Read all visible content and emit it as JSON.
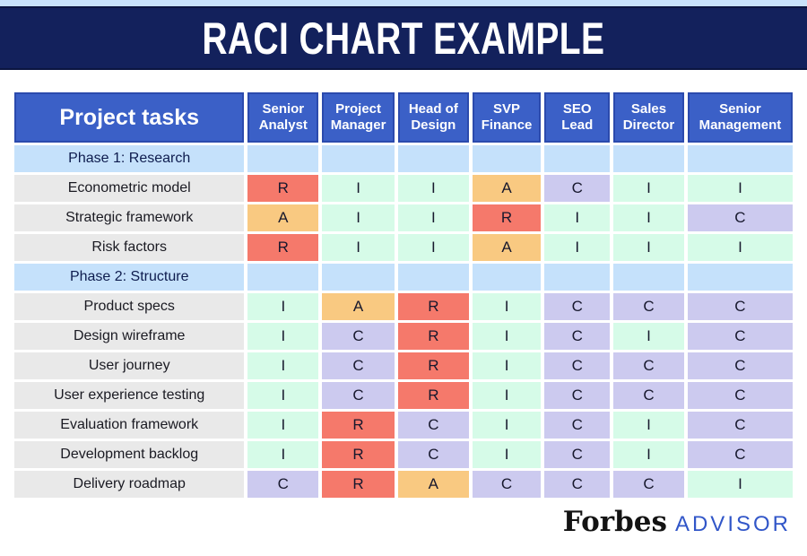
{
  "banner": {
    "title": "RACI CHART EXAMPLE"
  },
  "colors": {
    "top_strip": "#C9E2FB",
    "banner_bg": "#13215C",
    "header_bg": "#3B60C7",
    "header_border": "#2B4AAD",
    "phase_row": "#C5E1FB",
    "task_label": "#E9E9E9",
    "R": "#F5796B",
    "A": "#F9C981",
    "C": "#CCCAEF",
    "I": "#D6FBE8",
    "advisor_blue": "#3156C8"
  },
  "chart_data": {
    "type": "table",
    "title": "RACI CHART EXAMPLE",
    "corner_header": "Project tasks",
    "columns": [
      "Senior Analyst",
      "Project Manager",
      "Head of Design",
      "SVP Finance",
      "SEO Lead",
      "Sales Director",
      "Senior Management"
    ],
    "rows": [
      {
        "task": "Phase 1: Research",
        "phase": true,
        "values": []
      },
      {
        "task": "Econometric model",
        "phase": false,
        "values": [
          "R",
          "I",
          "I",
          "A",
          "C",
          "I",
          "I"
        ]
      },
      {
        "task": "Strategic framework",
        "phase": false,
        "values": [
          "A",
          "I",
          "I",
          "R",
          "I",
          "I",
          "C"
        ]
      },
      {
        "task": "Risk factors",
        "phase": false,
        "values": [
          "R",
          "I",
          "I",
          "A",
          "I",
          "I",
          "I"
        ]
      },
      {
        "task": "Phase 2: Structure",
        "phase": true,
        "values": []
      },
      {
        "task": "Product specs",
        "phase": false,
        "values": [
          "I",
          "A",
          "R",
          "I",
          "C",
          "C",
          "C"
        ]
      },
      {
        "task": "Design wireframe",
        "phase": false,
        "values": [
          "I",
          "C",
          "R",
          "I",
          "C",
          "I",
          "C"
        ]
      },
      {
        "task": "User journey",
        "phase": false,
        "values": [
          "I",
          "C",
          "R",
          "I",
          "C",
          "C",
          "C"
        ]
      },
      {
        "task": "User experience testing",
        "phase": false,
        "values": [
          "I",
          "C",
          "R",
          "I",
          "C",
          "C",
          "C"
        ]
      },
      {
        "task": "Evaluation framework",
        "phase": false,
        "values": [
          "I",
          "R",
          "C",
          "I",
          "C",
          "I",
          "C"
        ]
      },
      {
        "task": "Development backlog",
        "phase": false,
        "values": [
          "I",
          "R",
          "C",
          "I",
          "C",
          "I",
          "C"
        ]
      },
      {
        "task": "Delivery roadmap",
        "phase": false,
        "values": [
          "C",
          "R",
          "A",
          "C",
          "C",
          "C",
          "I"
        ]
      }
    ]
  },
  "footer": {
    "brand": "Forbes",
    "suffix": "ADVISOR"
  }
}
